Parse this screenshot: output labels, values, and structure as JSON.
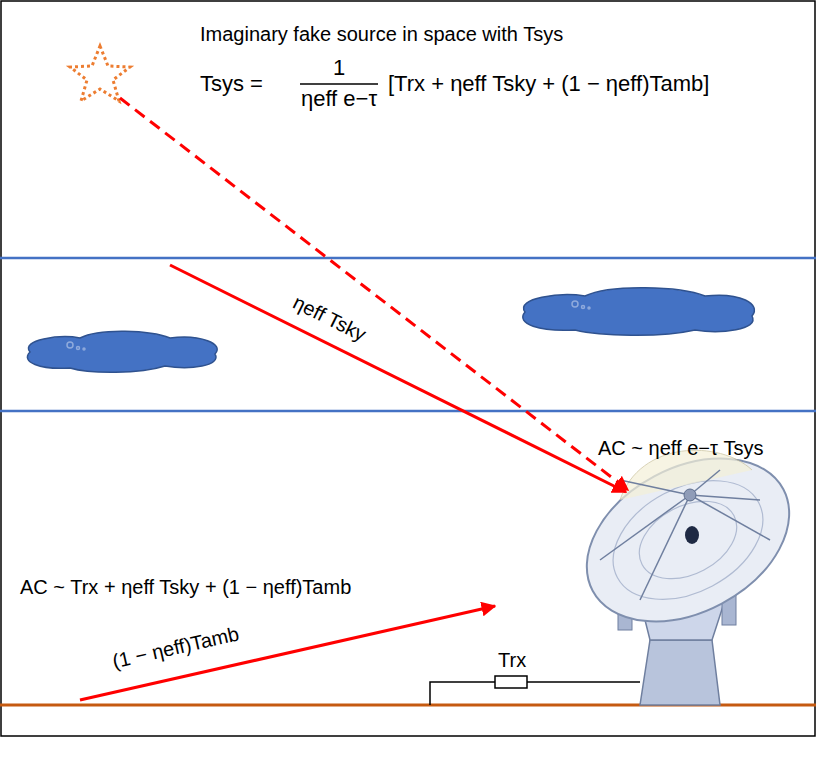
{
  "diagram": {
    "labels": [
      "Imaginary fake source in space with Tsys",
      "Tsys =",
      "1",
      "ηeff e−τ",
      "[Trx + ηeff Tsky + (1 − ηeff)Tamb]",
      "ηeff Tsky",
      "AC ~ ηeff e−τ Tsys",
      "AC ~ Trx + ηeff Tsky + (1 − ηeff)Tamb",
      "(1 − ηeff)Tamb",
      "Trx"
    ]
  }
}
